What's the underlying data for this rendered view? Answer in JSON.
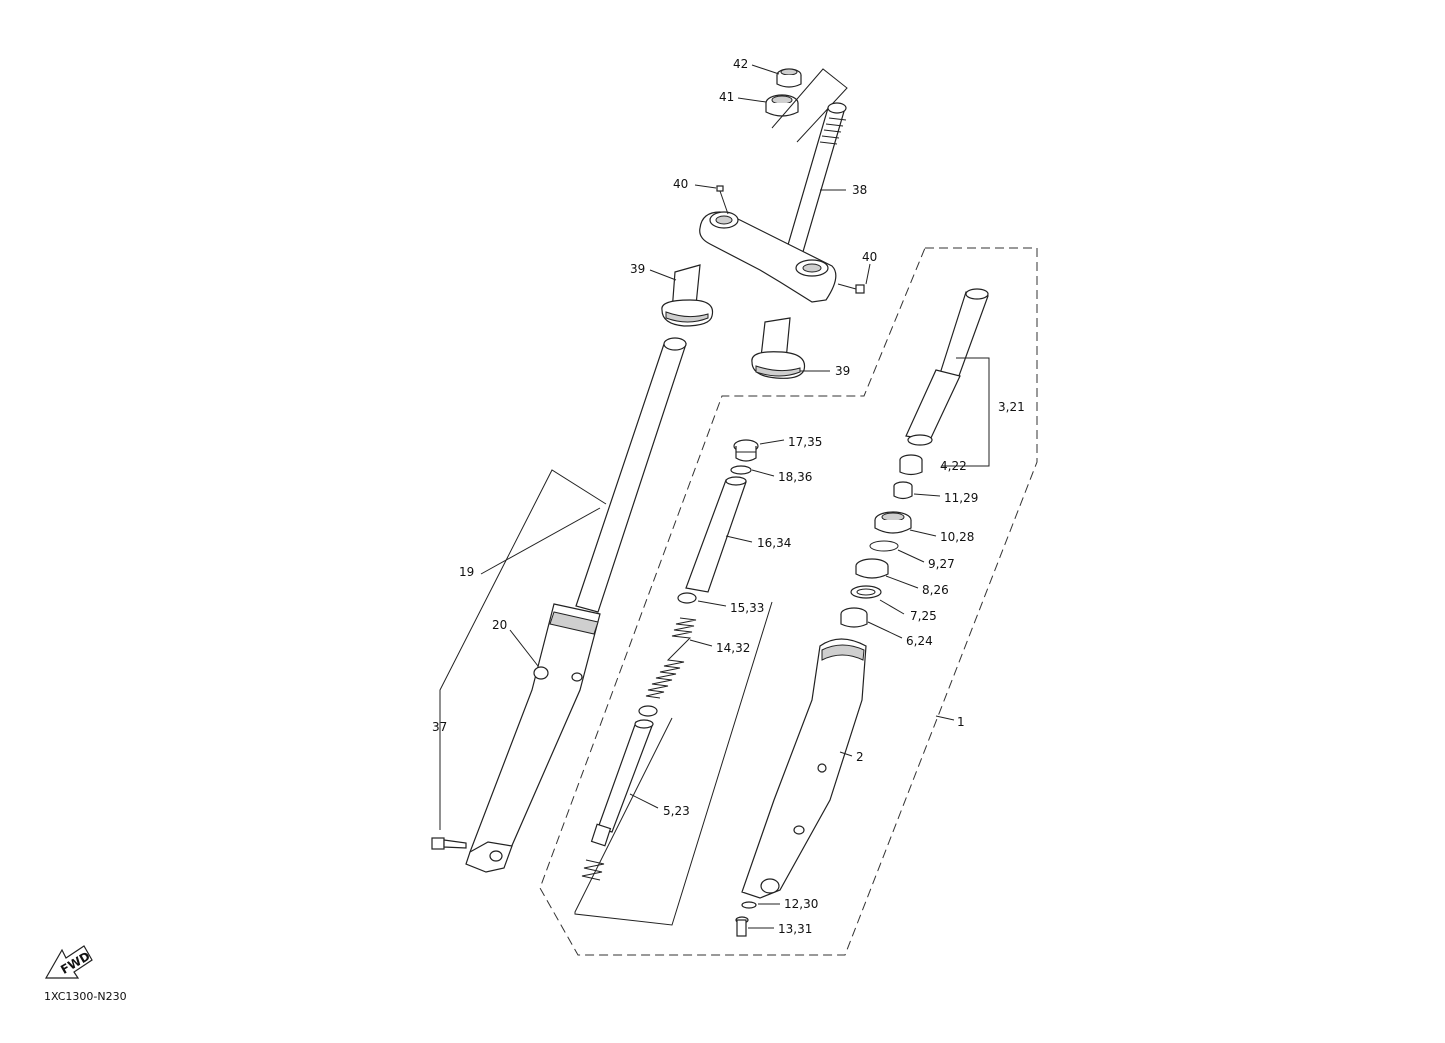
{
  "diagram_code": "1XC1300-N230",
  "fwd_label": "FWD",
  "callouts": [
    {
      "id": "42",
      "text": "42"
    },
    {
      "id": "41",
      "text": "41"
    },
    {
      "id": "40a",
      "text": "40"
    },
    {
      "id": "38",
      "text": "38"
    },
    {
      "id": "40b",
      "text": "40"
    },
    {
      "id": "39a",
      "text": "39"
    },
    {
      "id": "39b",
      "text": "39"
    },
    {
      "id": "3_21",
      "text": "3,21"
    },
    {
      "id": "4_22",
      "text": "4,22"
    },
    {
      "id": "17_35",
      "text": "17,35"
    },
    {
      "id": "18_36",
      "text": "18,36"
    },
    {
      "id": "11_29",
      "text": "11,29"
    },
    {
      "id": "10_28",
      "text": "10,28"
    },
    {
      "id": "16_34",
      "text": "16,34"
    },
    {
      "id": "9_27",
      "text": "9,27"
    },
    {
      "id": "19",
      "text": "19"
    },
    {
      "id": "8_26",
      "text": "8,26"
    },
    {
      "id": "15_33",
      "text": "15,33"
    },
    {
      "id": "7_25",
      "text": "7,25"
    },
    {
      "id": "20",
      "text": "20"
    },
    {
      "id": "6_24",
      "text": "6,24"
    },
    {
      "id": "14_32",
      "text": "14,32"
    },
    {
      "id": "1",
      "text": "1"
    },
    {
      "id": "37",
      "text": "37"
    },
    {
      "id": "2",
      "text": "2"
    },
    {
      "id": "5_23",
      "text": "5,23"
    },
    {
      "id": "12_30",
      "text": "12,30"
    },
    {
      "id": "13_31",
      "text": "13,31"
    }
  ]
}
